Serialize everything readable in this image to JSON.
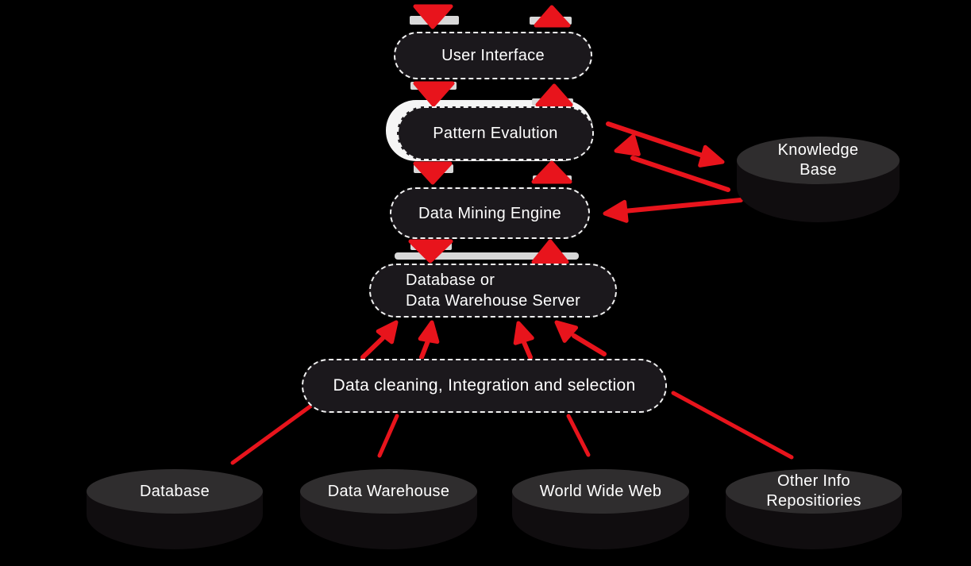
{
  "colors": {
    "background": "#000000",
    "arrow_red": "#e8141c",
    "pill_fill": "#1b181c",
    "pill_border": "#f2f2f2",
    "cylinder_top": "#2f2d2e",
    "cylinder_body": "#100d0f",
    "highlight_strip": "#d8d8d8",
    "highlight_swoosh": "#f5f5f5",
    "text": "#ffffff"
  },
  "nodes": {
    "user_interface": "User Interface",
    "pattern_evaluation": "Pattern Evalution",
    "data_mining_engine": "Data Mining Engine",
    "database_server": "Database or\nData Warehouse Server",
    "data_cleaning": "Data cleaning, Integration and selection",
    "knowledge_base": "Knowledge\nBase",
    "database": "Database",
    "data_warehouse": "Data Warehouse",
    "world_wide_web": "World Wide Web",
    "other_info_repositories": "Other Info\nRepositiories"
  }
}
